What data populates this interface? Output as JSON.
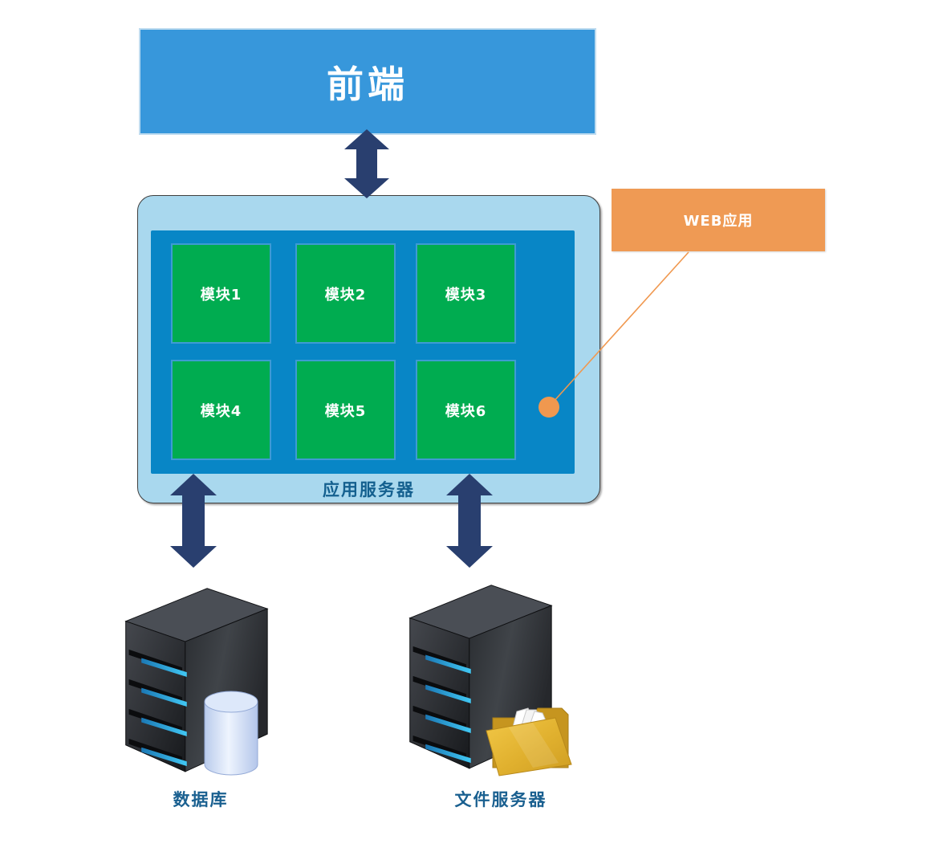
{
  "diagram": {
    "frontend": {
      "label": "前端"
    },
    "app_server": {
      "label": "应用服务器",
      "modules": [
        {
          "label": "模块1"
        },
        {
          "label": "模块2"
        },
        {
          "label": "模块3"
        },
        {
          "label": "模块4"
        },
        {
          "label": "模块5"
        },
        {
          "label": "模块6"
        }
      ]
    },
    "callout": {
      "label": "WEB应用"
    },
    "database": {
      "label": "数据库"
    },
    "file_server": {
      "label": "文件服务器"
    }
  },
  "colors": {
    "frontend_blue": "#3797DB",
    "container_light_blue": "#A9D8EE",
    "inner_blue": "#0886C6",
    "module_green": "#00AC50",
    "arrow_navy": "#293F6F",
    "callout_orange": "#EF9A54",
    "label_blue": "#1A6090"
  }
}
